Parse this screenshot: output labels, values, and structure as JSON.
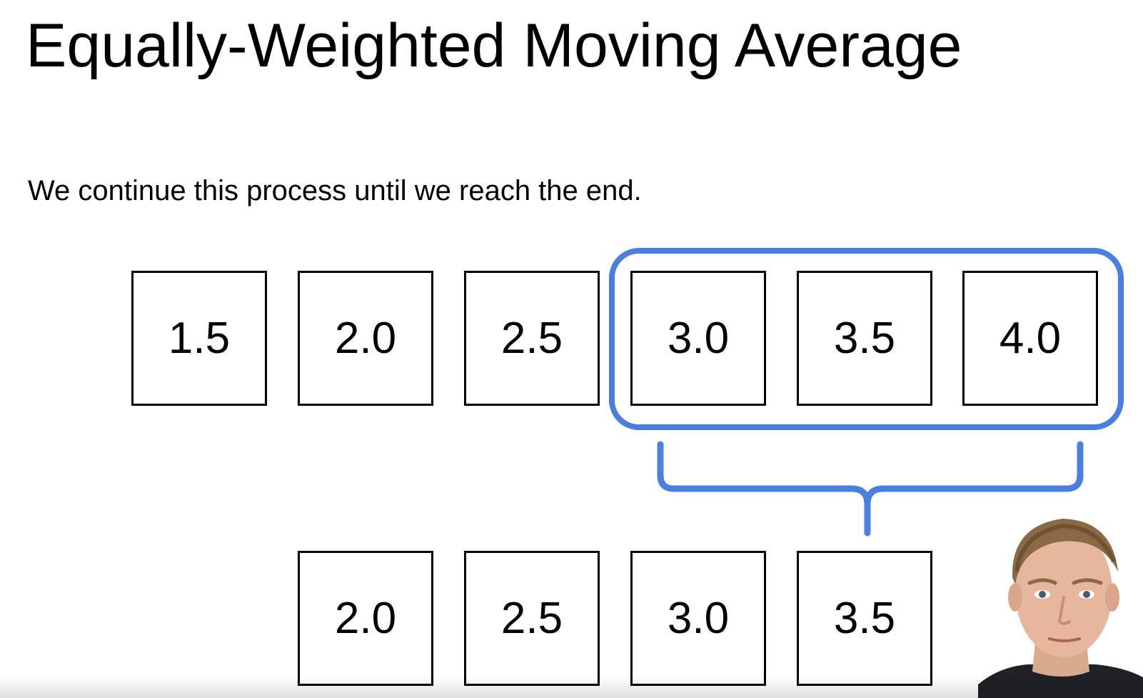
{
  "slide": {
    "title": "Equally-Weighted Moving Average",
    "subtitle": "We continue this process until we reach the end."
  },
  "input_values": [
    "1.5",
    "2.0",
    "2.5",
    "3.0",
    "3.5",
    "4.0"
  ],
  "output_values": [
    "2.0",
    "2.5",
    "3.0",
    "3.5"
  ],
  "window": {
    "input_start_index": 3,
    "input_end_index": 5,
    "output_index": 3
  },
  "colors": {
    "window": "#4a7fe0",
    "box_border": "#000000",
    "text": "#000000",
    "background": "#ffffff"
  },
  "webcam": {
    "description_icon": "presenter-webcam"
  }
}
